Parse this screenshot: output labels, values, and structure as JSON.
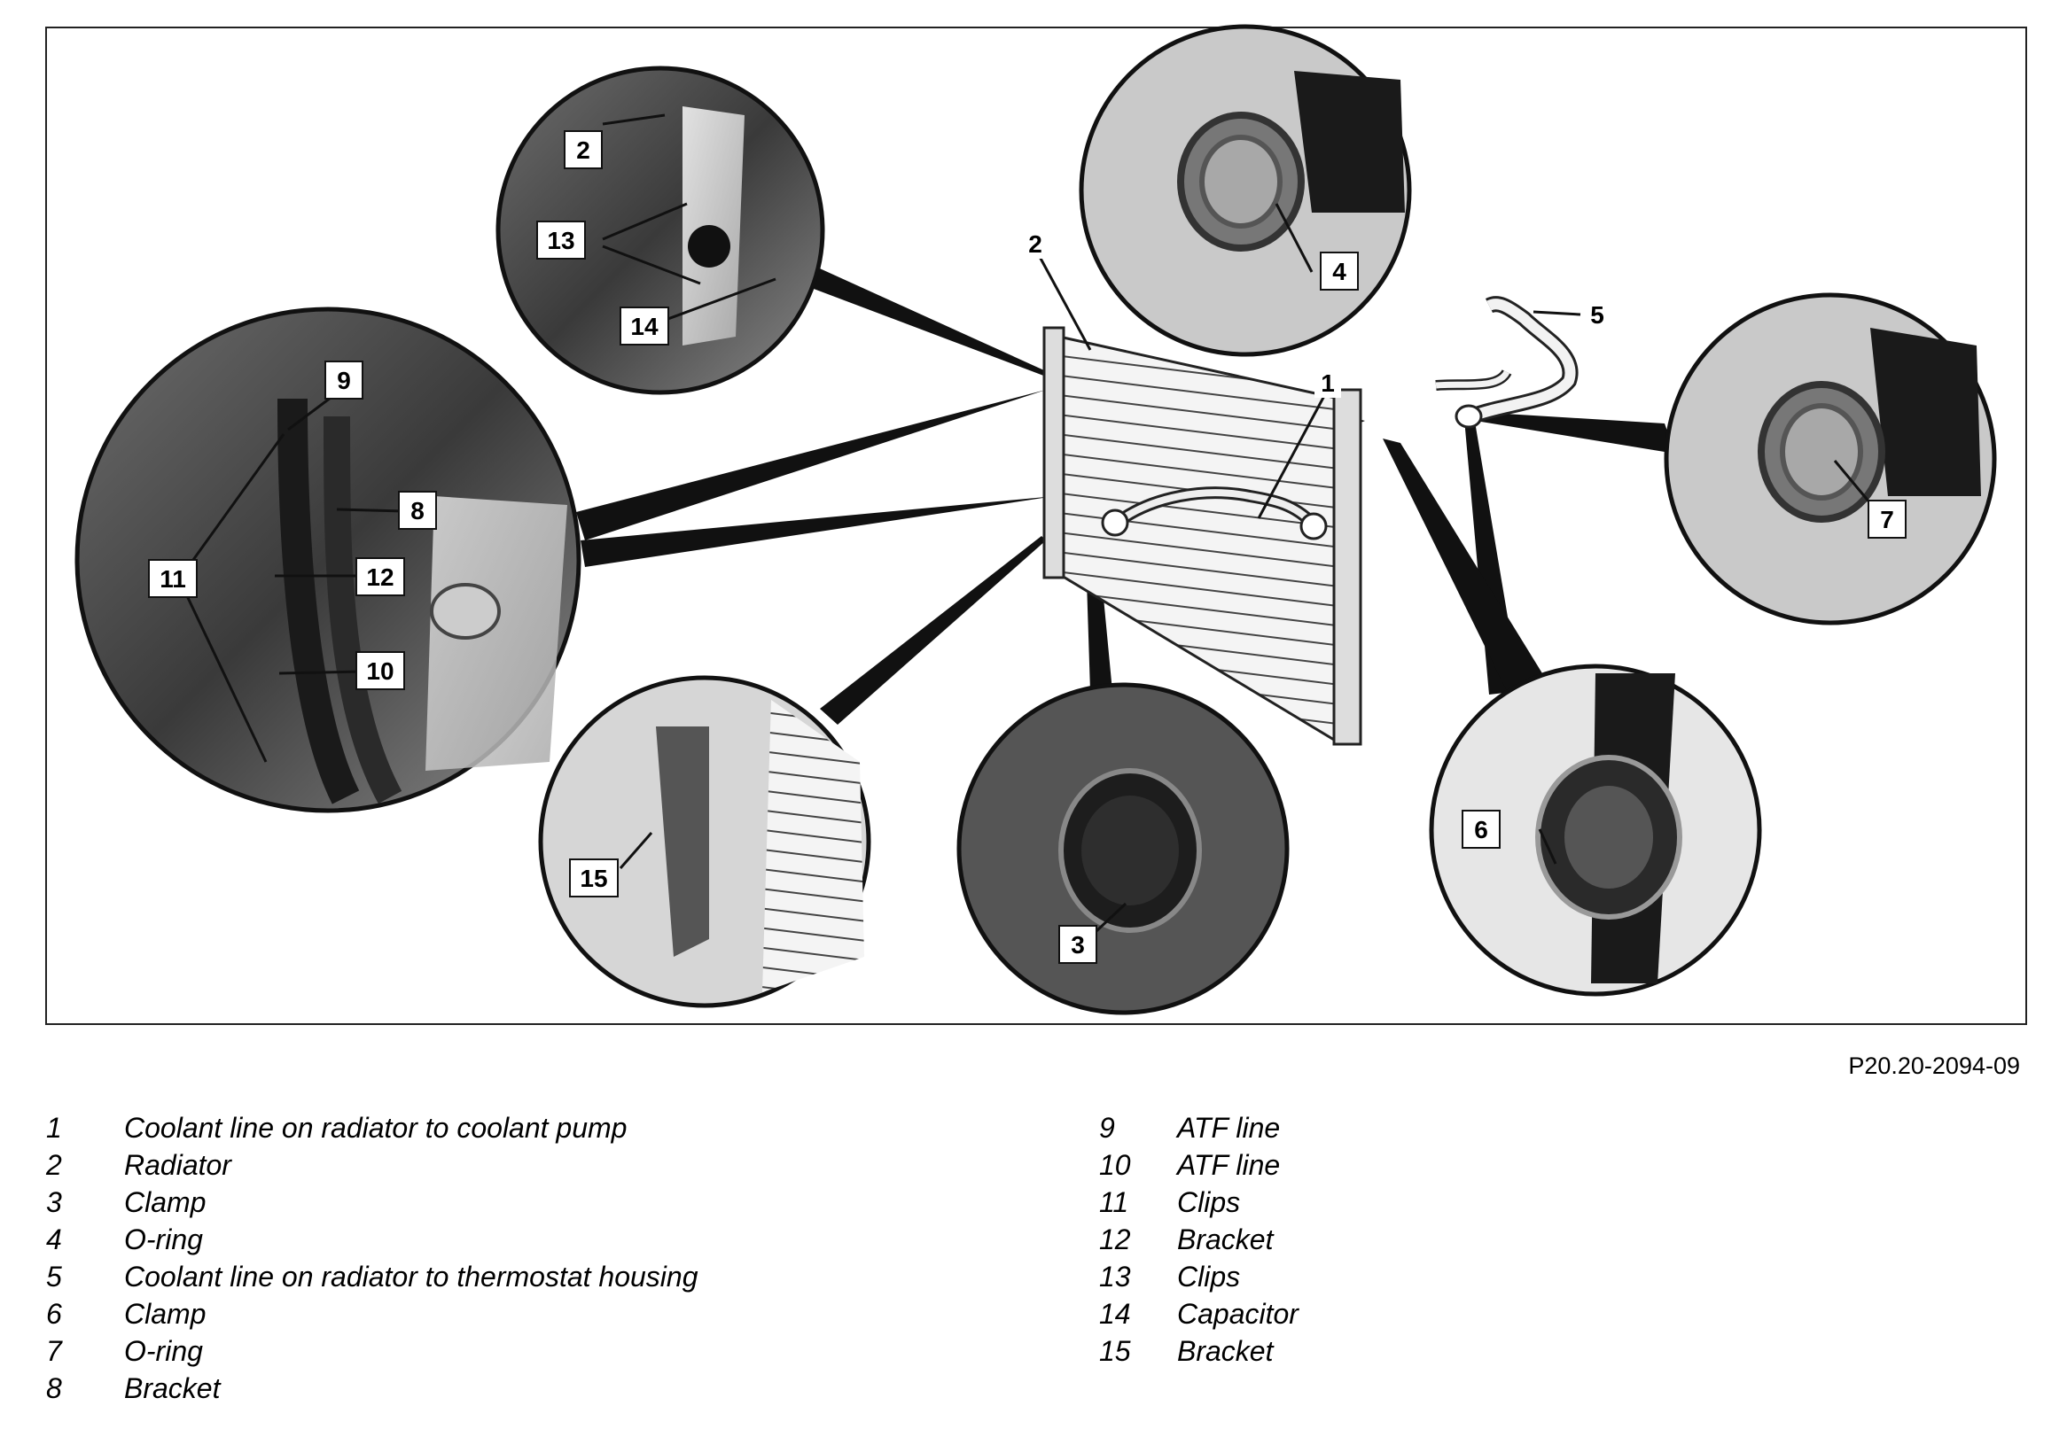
{
  "figure_ref": "P20.20-2094-09",
  "callouts": [
    "1",
    "2",
    "3",
    "4",
    "5",
    "6",
    "7",
    "8",
    "9",
    "10",
    "11",
    "12",
    "13",
    "14",
    "15"
  ],
  "legend_left": [
    {
      "num": "1",
      "label": "Coolant line on radiator to coolant pump"
    },
    {
      "num": "2",
      "label": "Radiator"
    },
    {
      "num": "3",
      "label": "Clamp"
    },
    {
      "num": "4",
      "label": "O-ring"
    },
    {
      "num": "5",
      "label": "Coolant line on radiator to thermostat housing"
    },
    {
      "num": "6",
      "label": "Clamp"
    },
    {
      "num": "7",
      "label": "O-ring"
    },
    {
      "num": "8",
      "label": "Bracket"
    }
  ],
  "legend_right": [
    {
      "num": "9",
      "label": "ATF line"
    },
    {
      "num": "10",
      "label": "ATF line"
    },
    {
      "num": "11",
      "label": "Clips"
    },
    {
      "num": "12",
      "label": "Bracket"
    },
    {
      "num": "13",
      "label": "Clips"
    },
    {
      "num": "14",
      "label": "Capacitor"
    },
    {
      "num": "15",
      "label": "Bracket"
    }
  ]
}
